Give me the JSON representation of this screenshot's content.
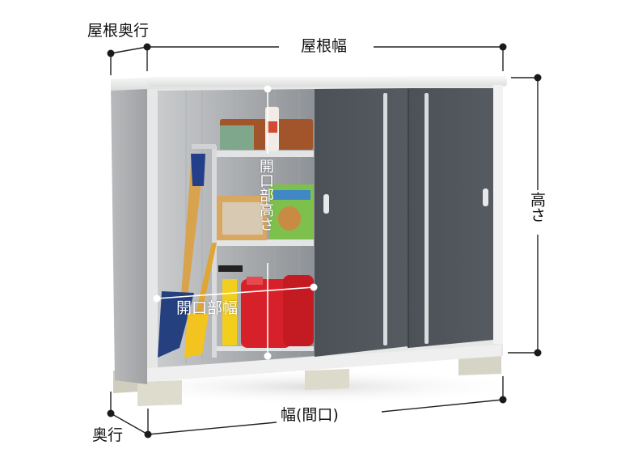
{
  "diagram": {
    "subject": "storage shed with sliding doors",
    "door_color": "#50555b",
    "frame_color": "#e9ebea",
    "side_panel_color": "#a9abae",
    "base_block_color": "#d9d7c8",
    "dimension_line_color": "#222222"
  },
  "labels": {
    "roof_depth": "屋根奥行",
    "roof_width": "屋根幅",
    "height": "高さ",
    "opening_height": "開口部高さ",
    "opening_width": "開口部幅",
    "width": "幅(間口)",
    "depth": "奥行"
  }
}
